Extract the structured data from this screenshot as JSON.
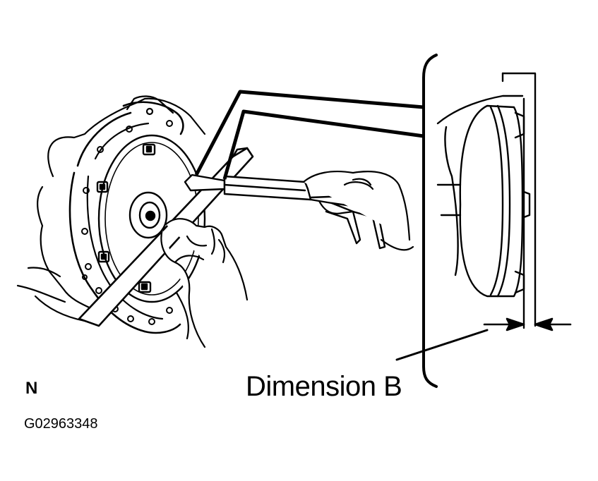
{
  "figure": {
    "dimension_label": "Dimension B",
    "view_letter": "N",
    "figure_code": "G02963348"
  },
  "colors": {
    "ink": "#000000",
    "paper": "#ffffff"
  }
}
